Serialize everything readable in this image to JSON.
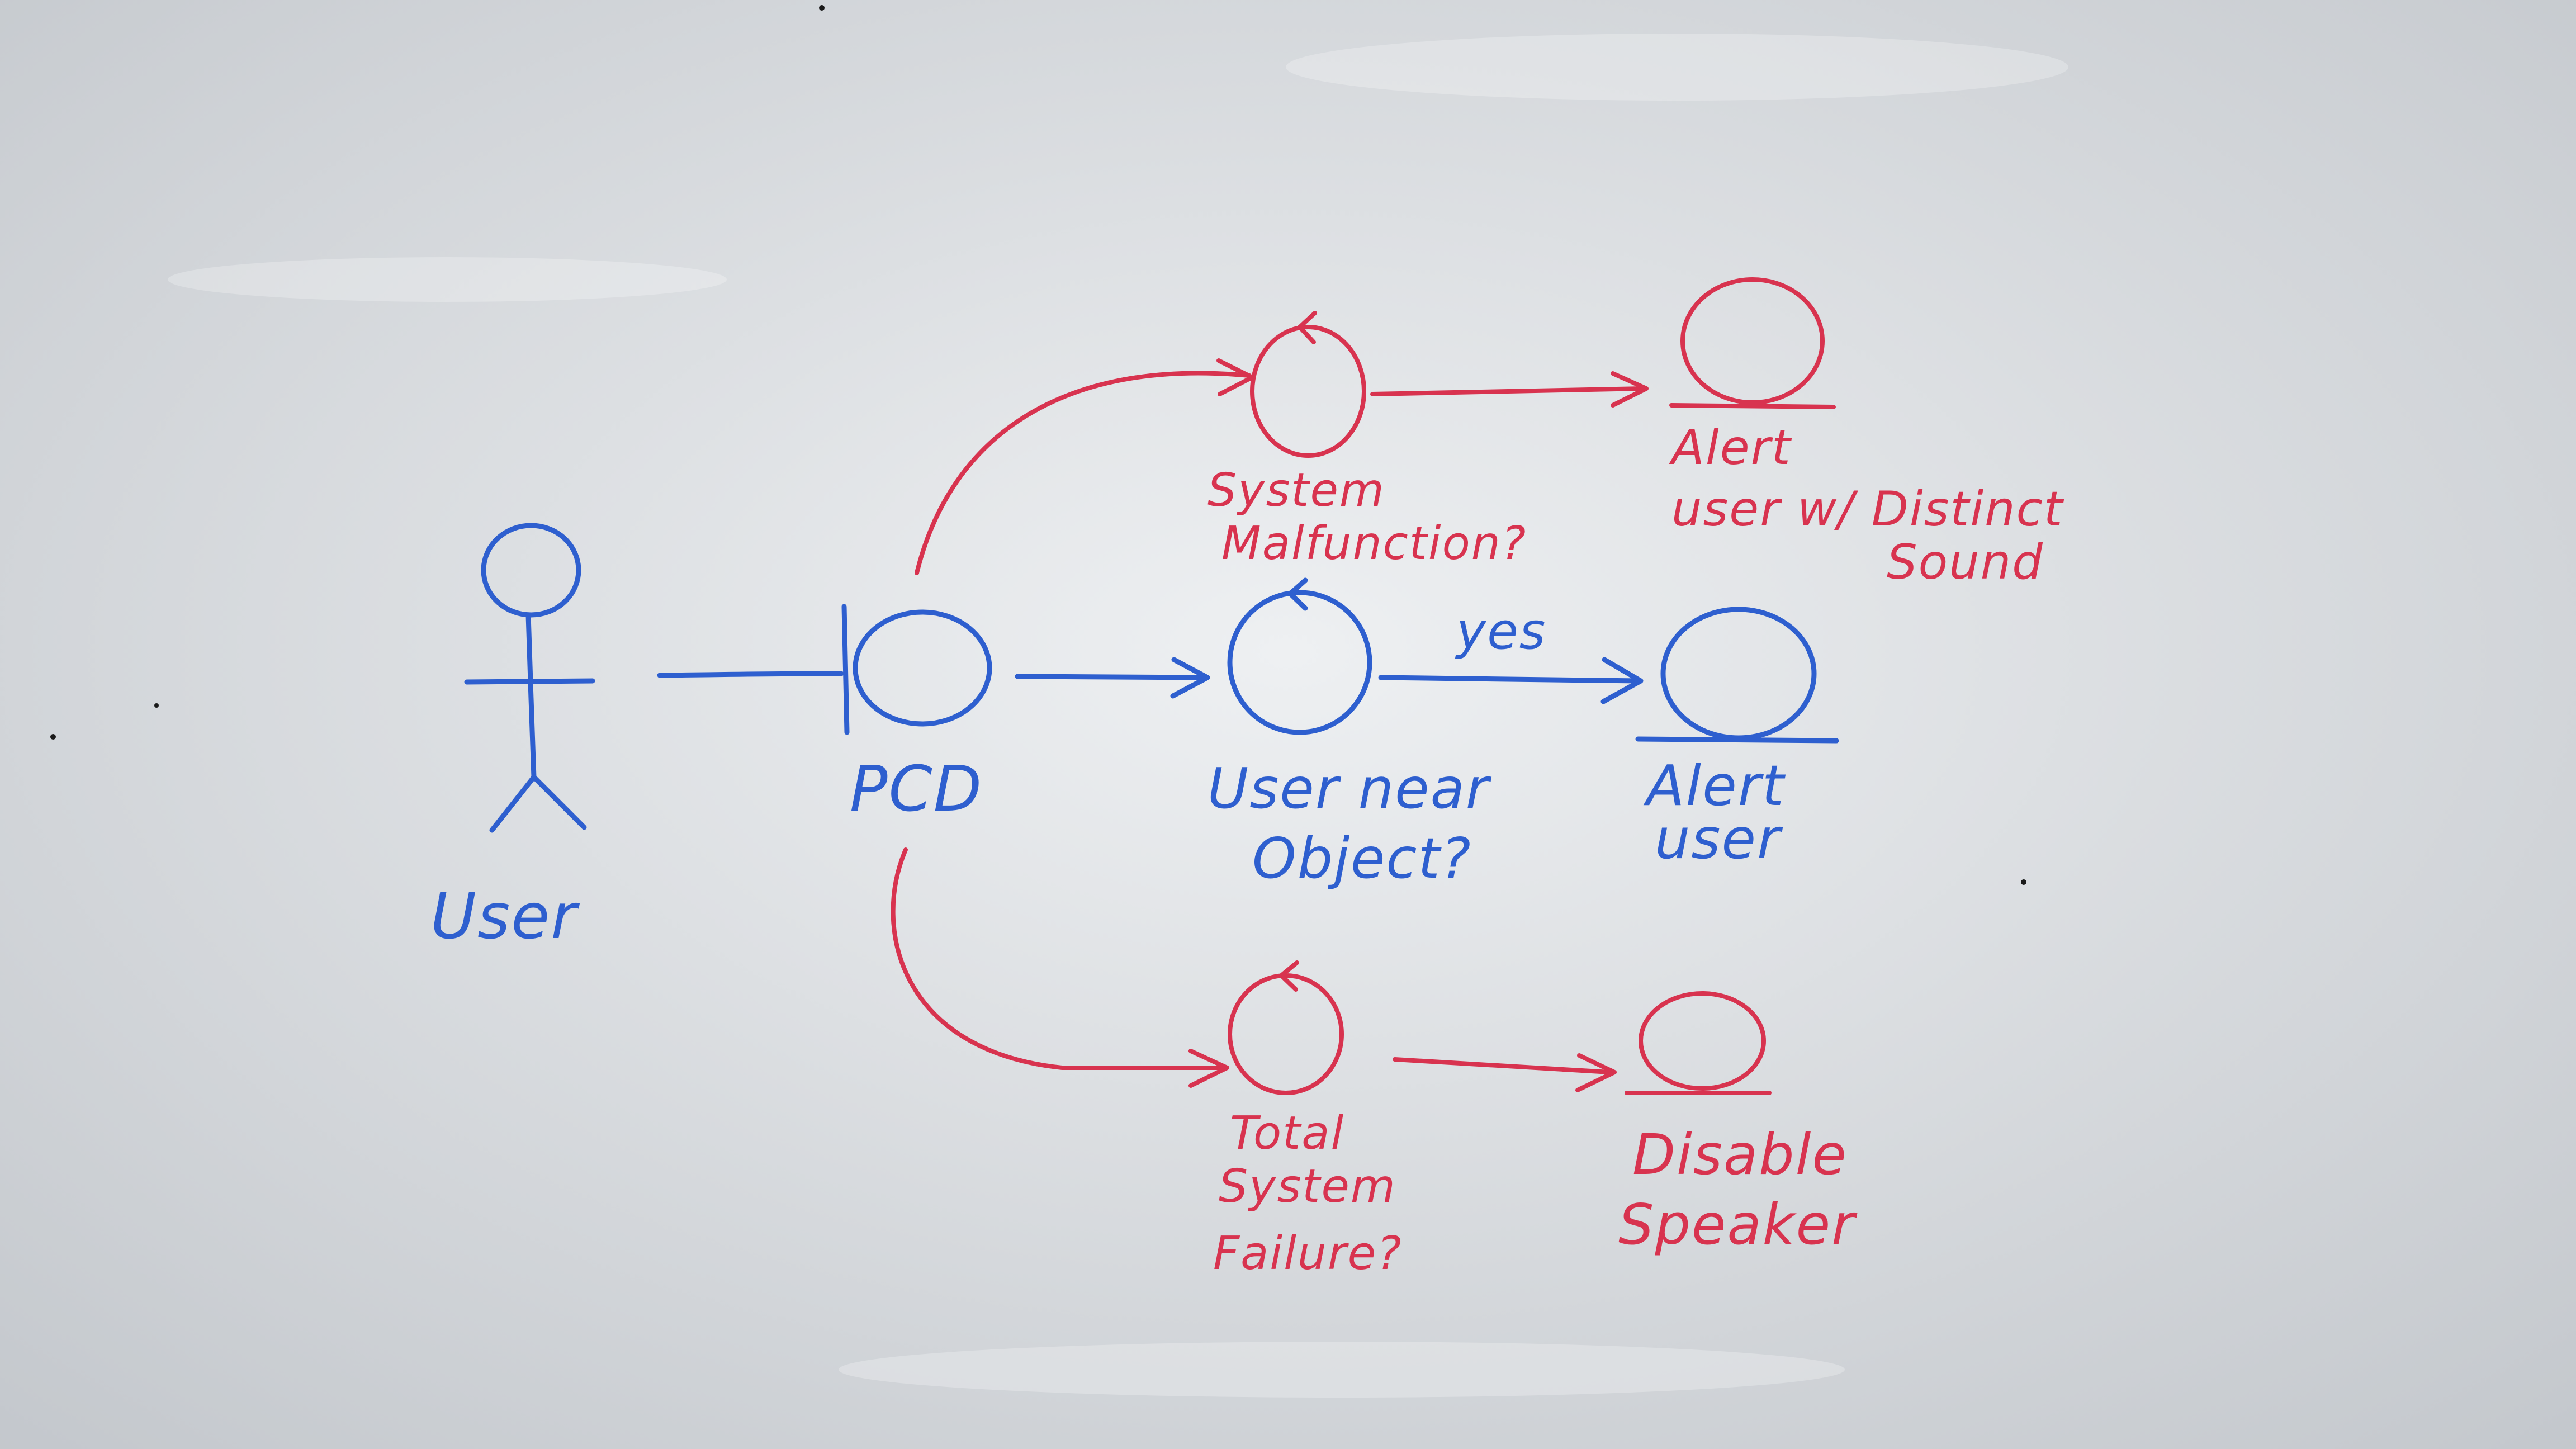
{
  "colors": {
    "board_center": "#eef0f2",
    "board_edge": "#c3c7cc",
    "blue_marker": "#2e5fcf",
    "red_marker": "#d8334f"
  },
  "actor": {
    "label": "User"
  },
  "boundary": {
    "label": "PCD"
  },
  "controls": {
    "system_malfunction": {
      "line1": "System",
      "line2": "Malfunction?"
    },
    "user_near_object": {
      "line1": "User near",
      "line2": "Object?"
    },
    "total_system_failure": {
      "line1": "Total",
      "line2": "System",
      "line3": "Failure?"
    }
  },
  "entities": {
    "alert_distinct": {
      "line1": "Alert",
      "line2": "user w/ Distinct",
      "line3": "Sound"
    },
    "alert_user": {
      "line1": "Alert",
      "line2": "user"
    },
    "disable_speaker": {
      "line1": "Disable",
      "line2": "Speaker"
    }
  },
  "edges": {
    "yes_label": "yes"
  }
}
